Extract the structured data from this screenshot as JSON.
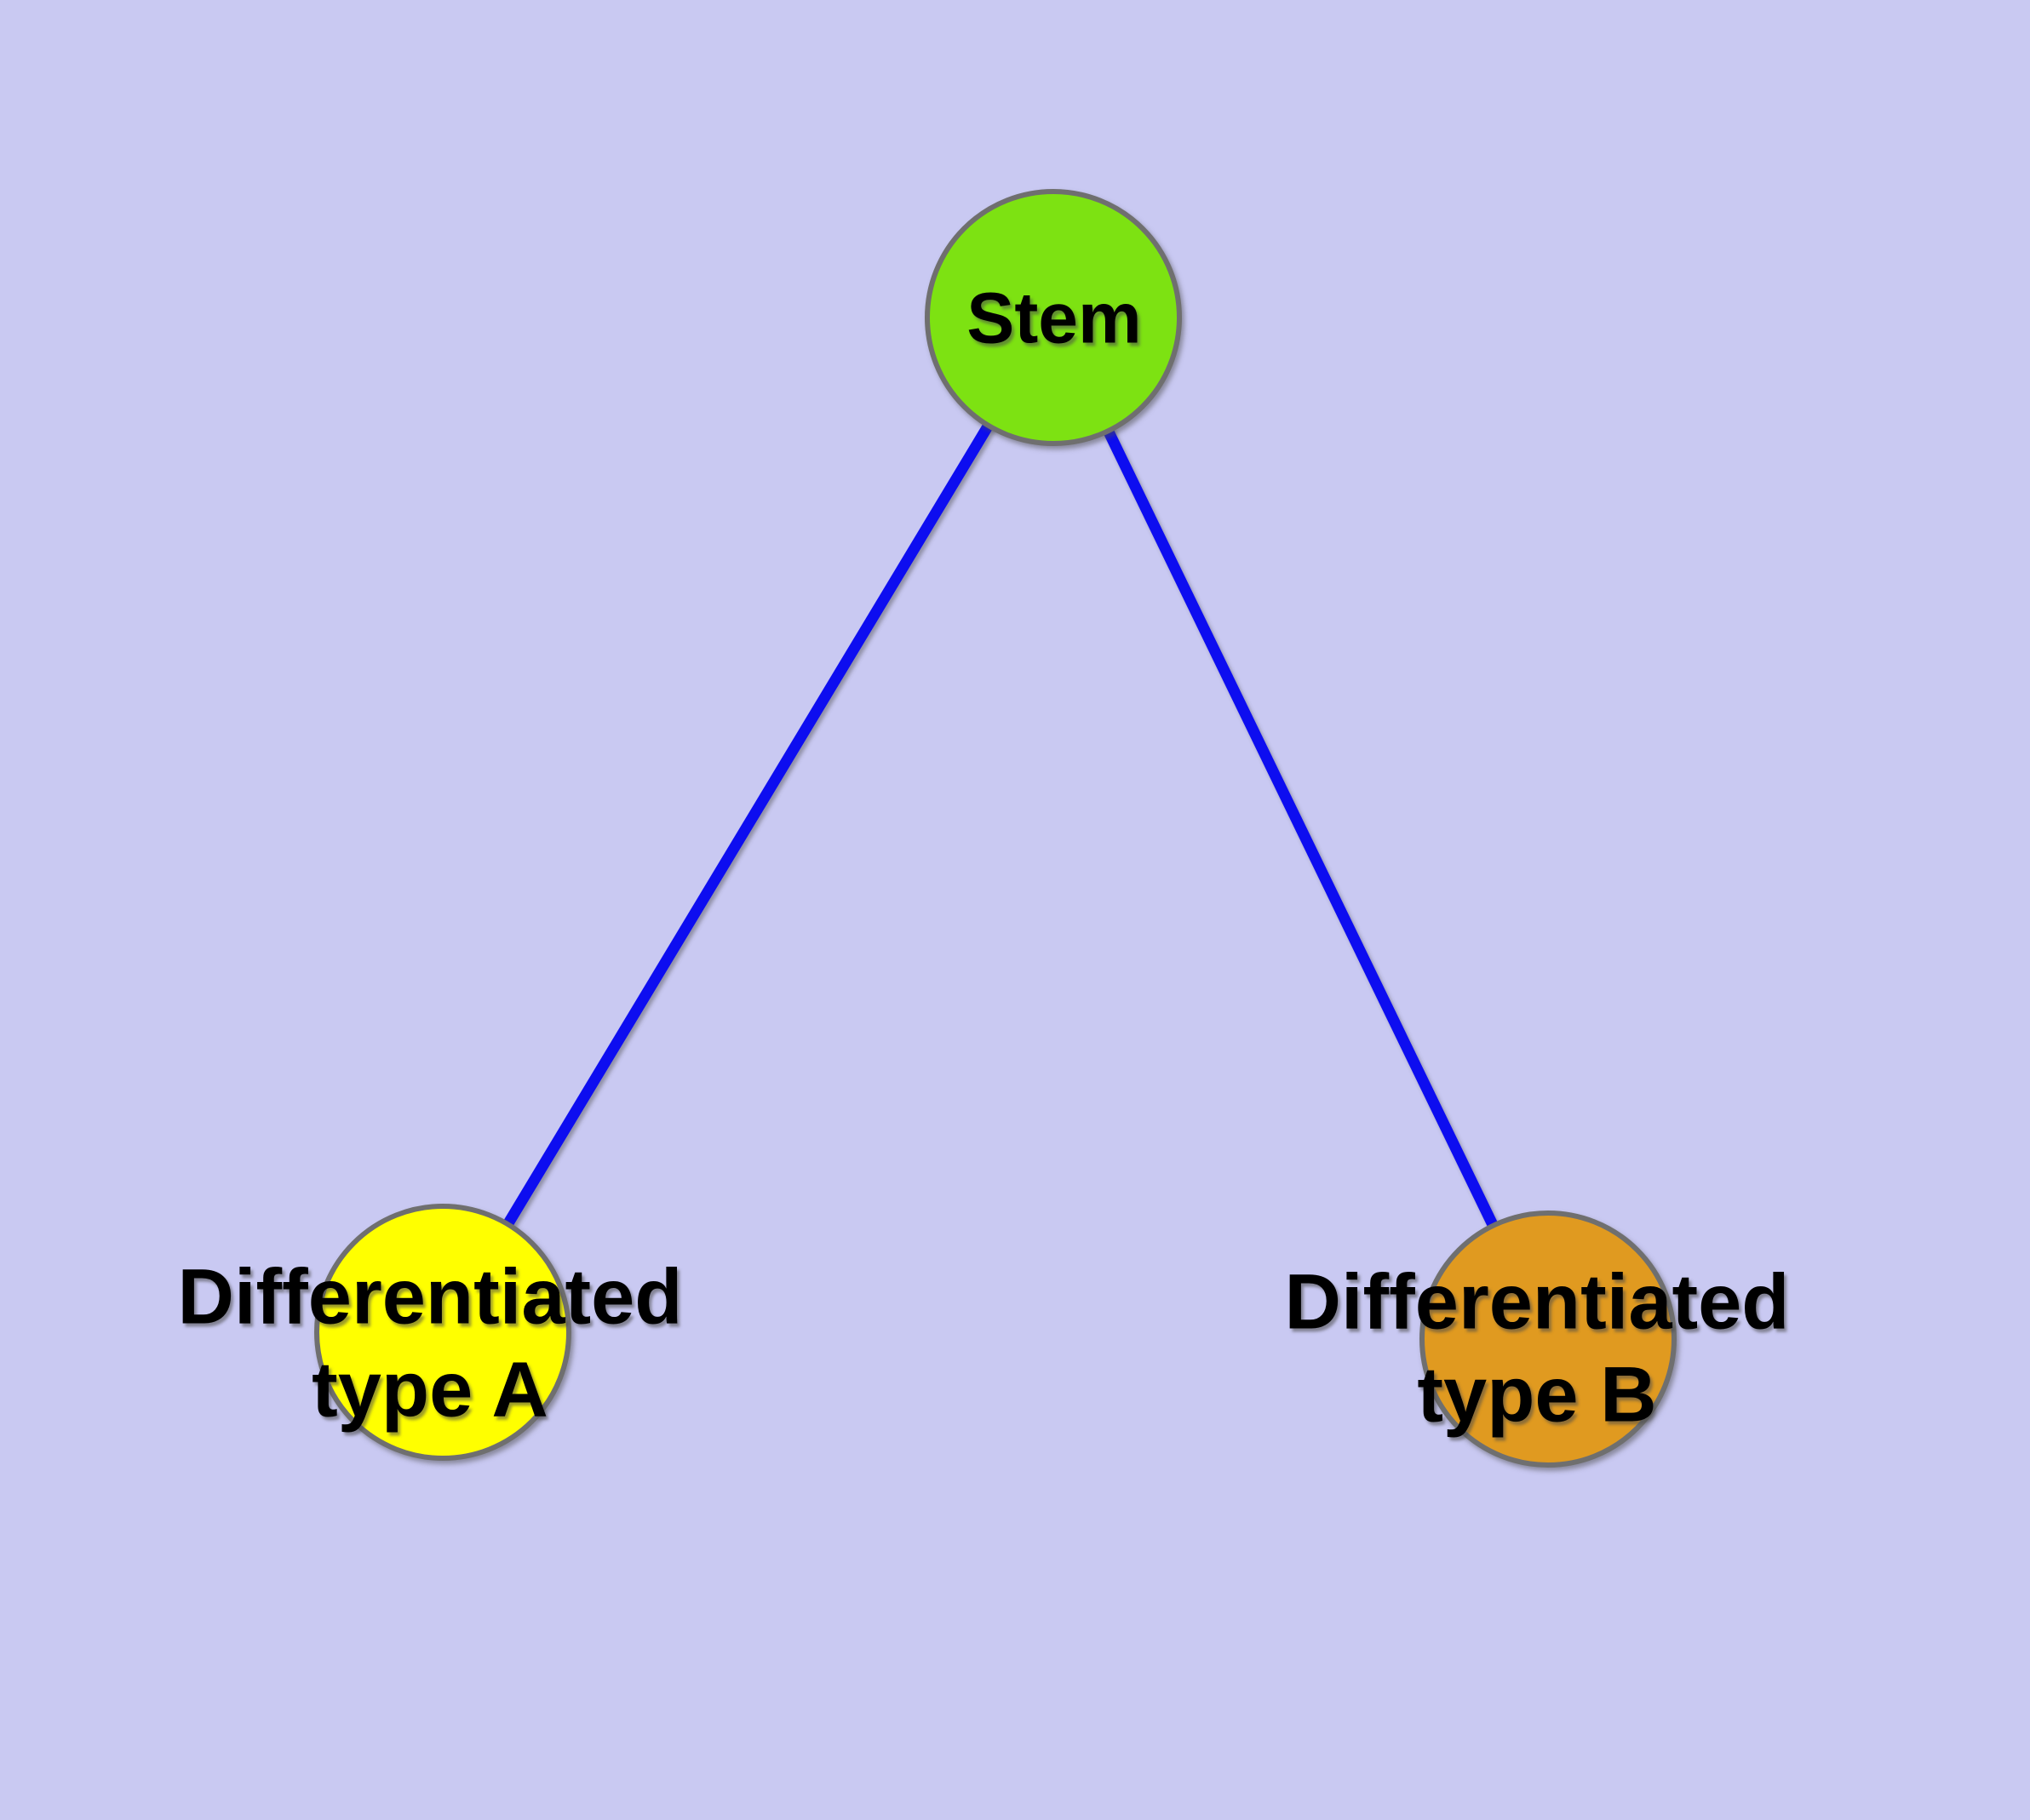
{
  "diagram": {
    "background_color": "#C9C9F2",
    "edge_color": "#0A0AF0",
    "node_border_color": "#6F6F6F",
    "nodes": [
      {
        "id": "stem",
        "label": "Stem",
        "fill": "#7DE212"
      },
      {
        "id": "type-a",
        "label_line1": "Differentiated",
        "label_line2": "type A",
        "fill": "#FFFF00"
      },
      {
        "id": "type-b",
        "label_line1": "Differentiated",
        "label_line2": "type B",
        "fill": "#E09A20"
      }
    ],
    "edges": [
      {
        "from": "Stem",
        "to": "Differentiated type A"
      },
      {
        "from": "Stem",
        "to": "Differentiated type B"
      }
    ]
  }
}
